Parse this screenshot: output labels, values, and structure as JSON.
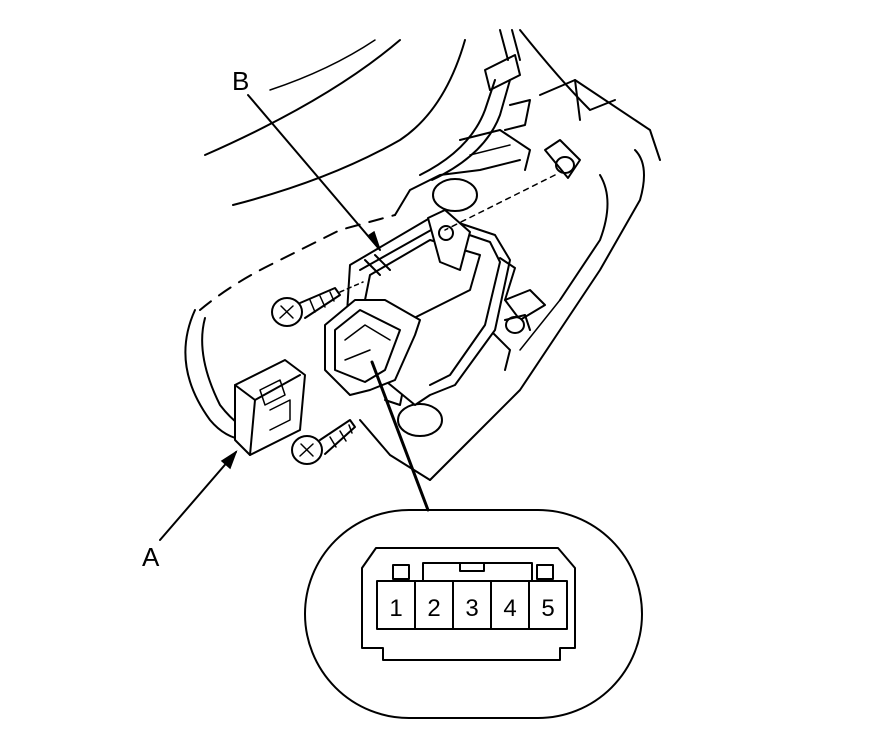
{
  "callouts": {
    "A": "A",
    "B": "B"
  },
  "connector_face": {
    "pins": [
      "1",
      "2",
      "3",
      "4",
      "5"
    ]
  }
}
